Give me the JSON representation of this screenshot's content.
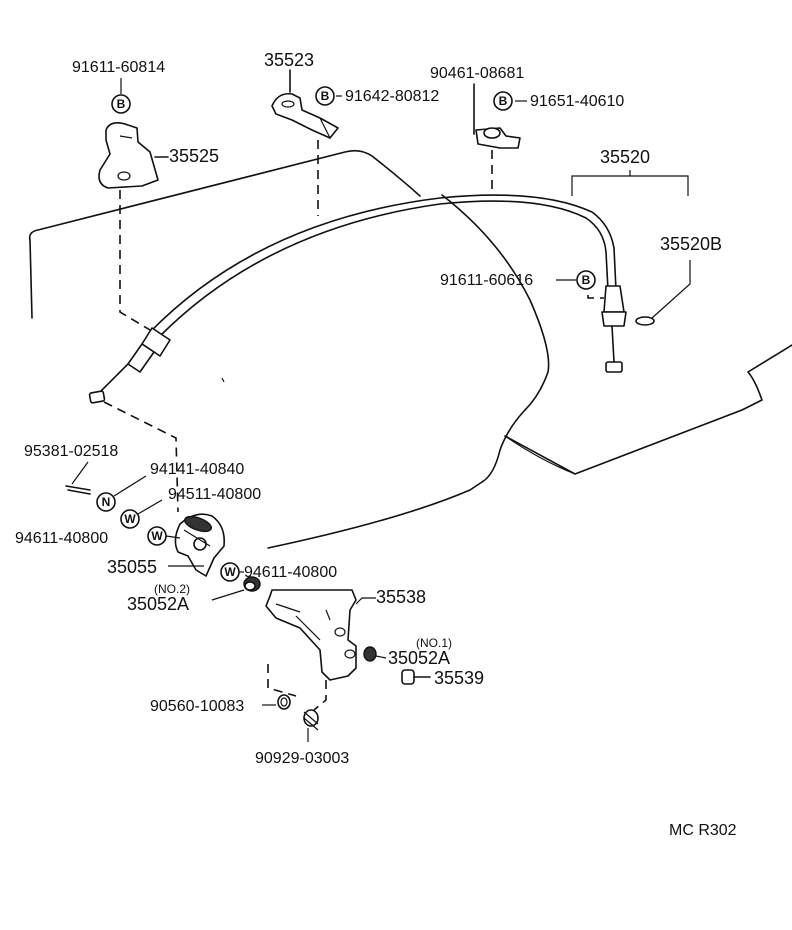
{
  "parts": {
    "p91611_60814": "91611-60814",
    "p35523": "35523",
    "p91642_80812": "91642-80812",
    "p90461_08681": "90461-08681",
    "p91651_40610": "91651-40610",
    "p35525": "35525",
    "p35520": "35520",
    "p35520B": "35520B",
    "p91611_60616": "91611-60616",
    "p95381_02518": "95381-02518",
    "p94141_40840": "94141-40840",
    "p94511_40800": "94511-40800",
    "p94611_40800_left": "94611-40800",
    "p94611_40800_right": "94611-40800",
    "p35055": "35055",
    "p35052A_no2": "35052A",
    "no2": "(NO.2)",
    "p35538": "35538",
    "no1": "(NO.1)",
    "p35052A_no1": "35052A",
    "p35539": "35539",
    "p90560_10083": "90560-10083",
    "p90929_03003": "90929-03003"
  },
  "symbols": {
    "bolt": "B",
    "nut": "N",
    "washer": "W"
  },
  "diagram_code": "MC R302"
}
